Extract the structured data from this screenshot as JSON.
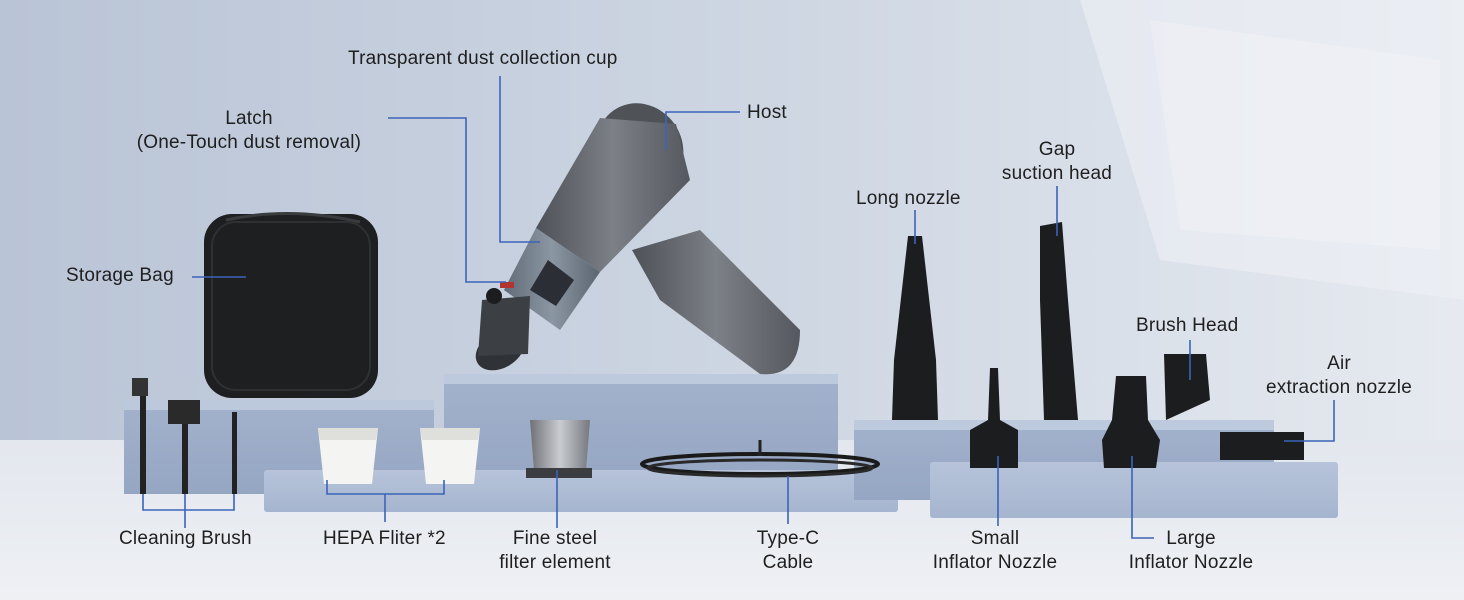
{
  "colors": {
    "wall": "#c7d0de",
    "floor": "#e9ecf2",
    "platform": "#aab9d3",
    "device": "#6b6e74",
    "leader_line": "#3b64b8"
  },
  "labels": {
    "dust_cup": "Transparent dust collection cup",
    "latch_line1": "Latch",
    "latch_line2": "(One-Touch dust removal)",
    "host": "Host",
    "storage_bag": "Storage Bag",
    "gap_line1": "Gap",
    "gap_line2": "suction head",
    "long_nozzle": "Long nozzle",
    "brush_head": "Brush Head",
    "air_line1": "Air",
    "air_line2": "extraction nozzle",
    "cleaning_brush": "Cleaning Brush",
    "hepa": "HEPA Fliter *2",
    "steel_line1": "Fine steel",
    "steel_line2": "filter element",
    "typec_line1": "Type-C",
    "typec_line2": "Cable",
    "small_line1": "Small",
    "small_line2": "Inflator Nozzle",
    "large_line1": "Large",
    "large_line2": "Inflator Nozzle"
  }
}
